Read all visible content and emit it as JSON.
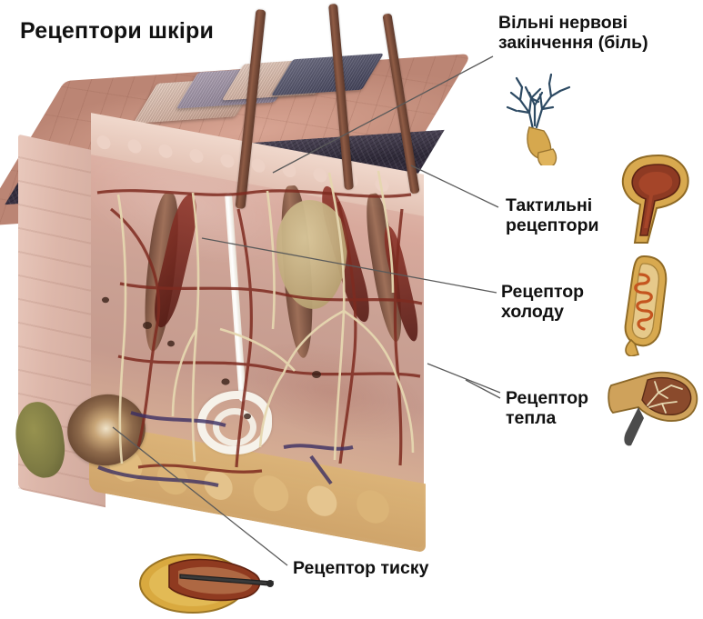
{
  "page_title": "Рецептори шкіри",
  "labels": {
    "free_nerve_endings": "Вільні нервові\nзакінчення (біль)",
    "tactile_receptors": "Тактильні\nрецептори",
    "cold_receptor": "Рецептор\nхолоду",
    "warm_receptor": "Рецептор\nтепла",
    "pressure_receptor": "Рецептор тиску"
  },
  "diagram": {
    "subject": "skin-cross-section-block",
    "structures": [
      "epidermis",
      "dermis",
      "subcutaneous-fat",
      "hair-shaft",
      "hair-follicle",
      "arrector-pili-muscle",
      "sebaceous-gland",
      "sweat-gland",
      "blood-vessels",
      "nerve-fibers"
    ]
  },
  "colors": {
    "background": "#ffffff",
    "text": "#111111",
    "leader_line": "#5a5a5a",
    "epidermis": "#edd2c6",
    "dermis": "#caa194",
    "fat": "#dcb478",
    "hair": "#6b4233",
    "artery": "#8e2f22",
    "vein": "#3b2f63",
    "nerve": "#e2d3ab",
    "dark_stratum": "#2f2a39",
    "slate_flap": "#6c6c80",
    "receptor_capsule": "#d2a martian",
    "receptor_capsule_gold": "#d8a94f",
    "receptor_core_red": "#8e3a23",
    "free_nerve_branch": "#2d4a63"
  }
}
